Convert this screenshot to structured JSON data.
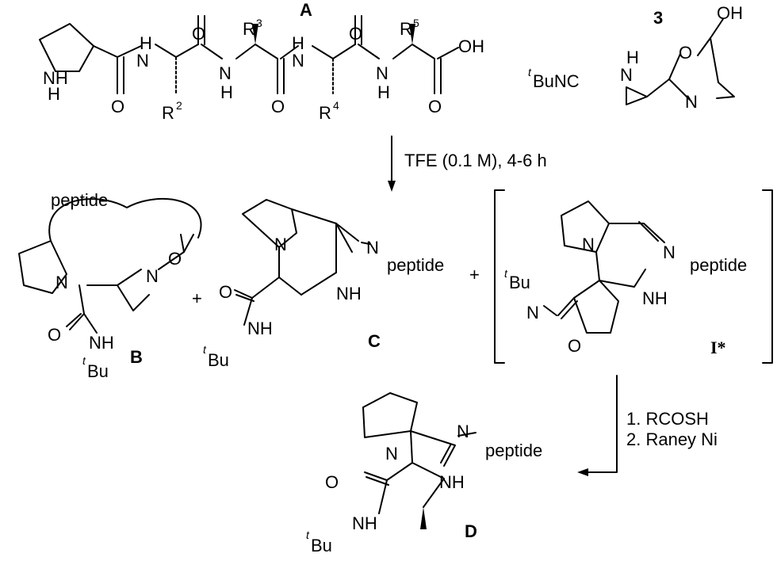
{
  "scheme": {
    "compounds": {
      "A": "A",
      "three": "3",
      "B": "B",
      "C": "C",
      "I": "I*",
      "D": "D"
    },
    "reagent_tbunc": {
      "sup": "t",
      "text": "BuNC"
    },
    "conditions": {
      "step1": "TFE (0.1 M), 4-6 h",
      "step2a": "1. RCOSH",
      "step2b": "2. Raney Ni"
    },
    "plus": "+",
    "atoms": {
      "N": "N",
      "H": "H",
      "NH": "NH",
      "O": "O",
      "OH": "OH",
      "R": "R",
      "Bu": "Bu",
      "t": "t",
      "peptide": "peptide"
    },
    "superscripts": {
      "r2": "2",
      "r3": "3",
      "r4": "4",
      "r5": "5"
    }
  }
}
